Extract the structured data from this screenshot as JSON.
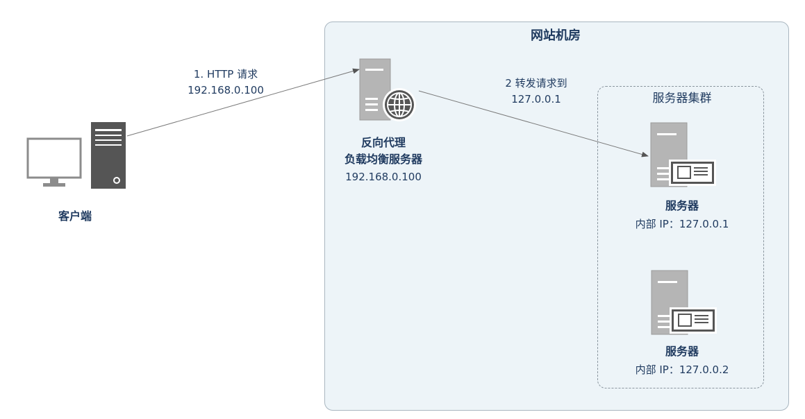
{
  "datacenter": {
    "title": "网站机房"
  },
  "cluster": {
    "title": "服务器集群"
  },
  "client": {
    "label": "客户端"
  },
  "proxy": {
    "line1": "反向代理",
    "line2": "负载均衡服务器",
    "ip": "192.168.0.100"
  },
  "request_edge": {
    "line1": "1. HTTP 请求",
    "line2": "192.168.0.100"
  },
  "forward_edge": {
    "line1": "2 转发请求到",
    "line2": "127.0.0.1"
  },
  "servers": [
    {
      "label": "服务器",
      "ip": "内部 IP：127.0.0.1"
    },
    {
      "label": "服务器",
      "ip": "内部 IP：127.0.0.2"
    }
  ],
  "colors": {
    "box_fill": "#edf4f8",
    "box_border": "#a9b6c0",
    "text": "#1f3a5f",
    "icon_gray": "#8c8c8c",
    "icon_dark": "#4d4d4d",
    "arrow": "#7a7a7a"
  },
  "icons": {
    "client": "desktop-computer-icon",
    "proxy": "web-server-globe-icon",
    "server": "server-card-icon"
  }
}
